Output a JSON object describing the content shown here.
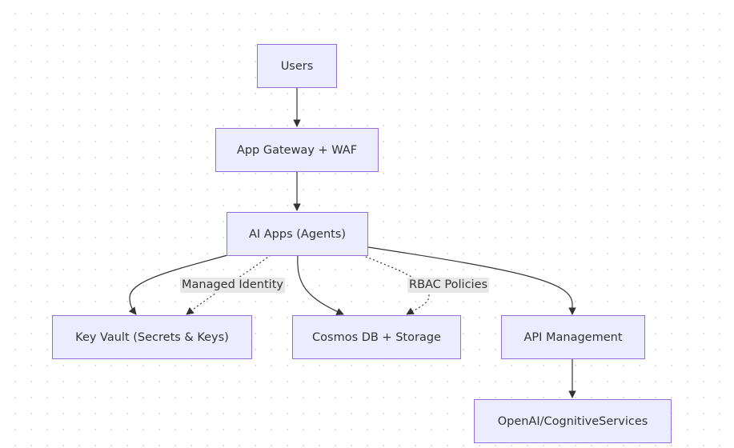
{
  "diagram": {
    "nodes": {
      "users": "Users",
      "gateway": "App Gateway + WAF",
      "ai_apps": "AI Apps (Agents)",
      "key_vault": "Key Vault (Secrets & Keys)",
      "cosmos": "Cosmos DB + Storage",
      "apim": "API Management",
      "openai": "OpenAI/CognitiveServices"
    },
    "edge_labels": {
      "managed_identity": "Managed Identity",
      "rbac": "RBAC Policies"
    },
    "edges": [
      {
        "from": "users",
        "to": "gateway",
        "style": "solid"
      },
      {
        "from": "gateway",
        "to": "ai_apps",
        "style": "solid"
      },
      {
        "from": "ai_apps",
        "to": "key_vault",
        "style": "solid"
      },
      {
        "from": "ai_apps",
        "to": "key_vault",
        "style": "dotted",
        "label": "Managed Identity"
      },
      {
        "from": "ai_apps",
        "to": "cosmos",
        "style": "solid"
      },
      {
        "from": "ai_apps",
        "to": "cosmos",
        "style": "dotted",
        "label": "RBAC Policies"
      },
      {
        "from": "ai_apps",
        "to": "apim",
        "style": "solid"
      },
      {
        "from": "apim",
        "to": "openai",
        "style": "solid"
      }
    ],
    "colors": {
      "node_fill": "#ececff",
      "node_border": "#9370db",
      "edge": "#333333",
      "label_bg": "#e8e8e8"
    }
  }
}
